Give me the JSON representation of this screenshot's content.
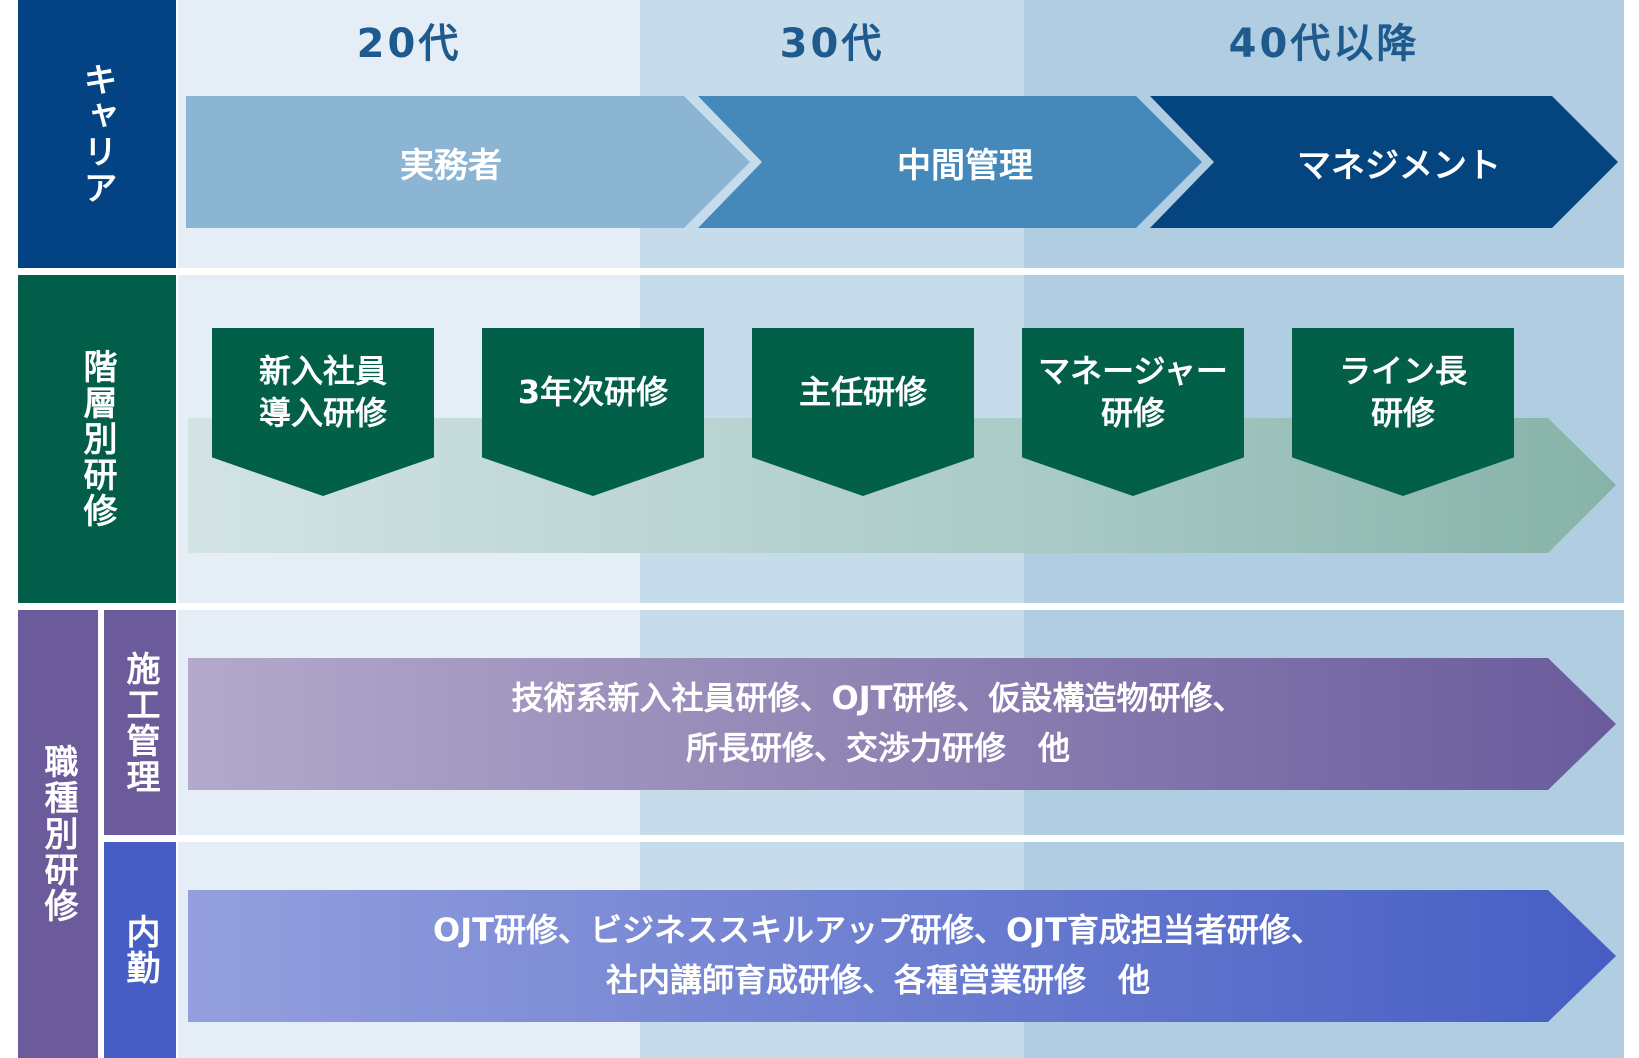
{
  "ages": [
    "20代",
    "30代",
    "40代以降"
  ],
  "sections": {
    "career": "キャリア",
    "rank_training": "階層別研修",
    "job_training": "職種別研修",
    "construction": "施工管理",
    "office": "内勤"
  },
  "career_stages": [
    "実務者",
    "中間管理",
    "マネジメント"
  ],
  "rank_courses": [
    "新入社員\n導入研修",
    "3年次研修",
    "主任研修",
    "マネージャー\n研修",
    "ライン長\n研修"
  ],
  "job_courses": {
    "construction": "技術系新入社員研修、OJT研修、仮設構造物研修、\n所長研修、交渉力研修　他",
    "office": "OJT研修、ビジネススキルアップ研修、OJT育成担当者研修、\n社内講師育成研修、各種営業研修　他"
  },
  "colors": {
    "career_label": "#044383",
    "rank_label": "#025e48",
    "job_label": "#6b5b9b",
    "office_label": "#465ec4",
    "stage1": "#8bb5d3",
    "stage2": "#4489b9",
    "stage3": "#04447f",
    "course_box": "#026048"
  }
}
